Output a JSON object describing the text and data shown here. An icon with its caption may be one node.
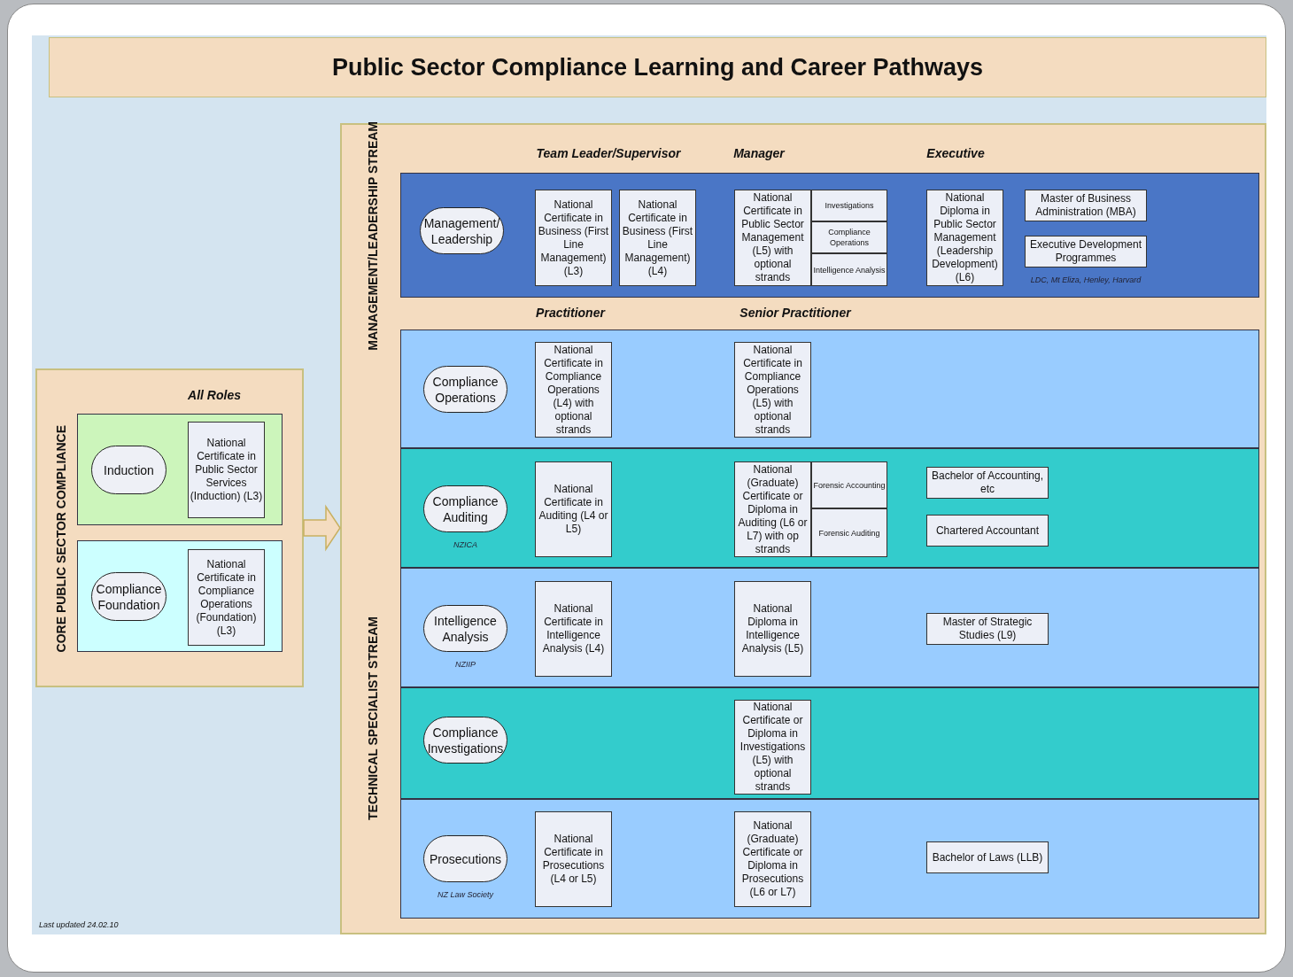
{
  "diagram": {
    "title": "Public Sector Compliance Learning and Career Pathways",
    "nodes": [
      {
        "text": [
          "CORE PUBLIC SECTOR COMPLIANCE"
        ]
      },
      {
        "text": [],
        "shape": "band",
        "in": 0
      },
      {
        "text": [
          "Induction"
        ],
        "in": 1
      },
      {
        "text": [
          "National Certificate in Public Sector Services (Induction) (L3)"
        ],
        "in": 1
      },
      {
        "text": [],
        "shape": "band",
        "in": 0
      },
      {
        "text": [
          "Compliance Foundation"
        ],
        "in": 4
      },
      {
        "text": [
          "National Certificate in Compliance Operations (Foundation) (L3)"
        ],
        "in": 4
      },
      {
        "text": [
          "MANAGEMENT/LEADERSHIP STREAM",
          "TECHNICAL SPECIALIST STREAM"
        ]
      },
      {
        "text": [],
        "shape": "band",
        "in": 7
      },
      {
        "text": [
          "Management/ Leadership"
        ],
        "in": 8
      },
      {
        "text": [
          "National Certificate in Business (First Line Management) (L3)"
        ],
        "in": 8
      },
      {
        "text": [
          "National Certificate in Business (First Line Management) (L4)"
        ],
        "in": 8
      },
      {
        "text": [
          "National Certificate in Public Sector Management (L5) with optional strands"
        ],
        "in": 8
      },
      {
        "text": [
          "Investigations"
        ],
        "in": 8
      },
      {
        "text": [
          "Compliance Operations"
        ],
        "in": 8
      },
      {
        "text": [
          "Intelligence Analysis"
        ],
        "in": 8
      },
      {
        "text": [
          "National Diploma in Public Sector Management (Leadership Development) (L6)"
        ],
        "in": 8
      },
      {
        "text": [
          "Master of Business Administration (MBA)"
        ],
        "in": 8
      },
      {
        "text": [
          "Executive Development Programmes"
        ],
        "beside": [
          "LDC, Mt Eliza, Henley, Harvard"
        ],
        "in": 8
      },
      {
        "text": [],
        "shape": "band",
        "in": 7
      },
      {
        "text": [
          "Compliance Operations"
        ],
        "in": 19
      },
      {
        "text": [
          "National Certificate in Compliance Operations (L4) with optional strands"
        ],
        "in": 19
      },
      {
        "text": [
          "National Certificate in Compliance Operations (L5) with optional strands"
        ],
        "in": 19
      },
      {
        "text": [],
        "shape": "band",
        "in": 7
      },
      {
        "text": [
          "Compliance Auditing"
        ],
        "beside": [
          "NZICA"
        ],
        "in": 23
      },
      {
        "text": [
          "National Certificate in Auditing (L4 or L5)"
        ],
        "in": 23
      },
      {
        "text": [
          "National (Graduate) Certificate or Diploma in Auditing (L6 or L7) with op strands"
        ],
        "in": 23
      },
      {
        "text": [
          "Forensic Accounting"
        ],
        "in": 23
      },
      {
        "text": [
          "Forensic Auditing"
        ],
        "in": 23
      },
      {
        "text": [
          "Bachelor of Accounting, etc"
        ],
        "in": 23
      },
      {
        "text": [
          "Chartered Accountant"
        ],
        "in": 23
      },
      {
        "text": [],
        "shape": "band",
        "in": 7
      },
      {
        "text": [
          "Intelligence Analysis"
        ],
        "beside": [
          "NZIIP"
        ],
        "in": 31
      },
      {
        "text": [
          "National Certificate in Intelligence Analysis (L4)"
        ],
        "in": 31
      },
      {
        "text": [
          "National Diploma in Intelligence Analysis (L5)"
        ],
        "in": 31
      },
      {
        "text": [
          "Master of Strategic Studies (L9)"
        ],
        "in": 31
      },
      {
        "text": [],
        "shape": "band",
        "in": 7
      },
      {
        "text": [
          "Compliance Investigations"
        ],
        "in": 36
      },
      {
        "text": [
          "National Certificate or Diploma in Investigations (L5) with optional strands"
        ],
        "in": 36
      },
      {
        "text": [],
        "shape": "band",
        "in": 7
      },
      {
        "text": [
          "Prosecutions"
        ],
        "beside": [
          "NZ Law Society"
        ],
        "in": 39
      },
      {
        "text": [
          "National Certificate in Prosecutions (L4 or L5)"
        ],
        "in": 39
      },
      {
        "text": [
          "National (Graduate) Certificate or Diploma in Prosecutions (L6 or L7)"
        ],
        "in": 39
      },
      {
        "text": [
          "Bachelor of Laws (LLB)"
        ],
        "in": 39
      }
    ],
    "edges": [
      {
        "from": 0,
        "to": 7,
        "arrow": "to"
      }
    ],
    "labels": [
      "All Roles",
      "Team Leader/Supervisor",
      "Manager",
      "Executive",
      "Practitioner",
      "Senior Practitioner",
      "Last updated 24.02.10"
    ]
  }
}
